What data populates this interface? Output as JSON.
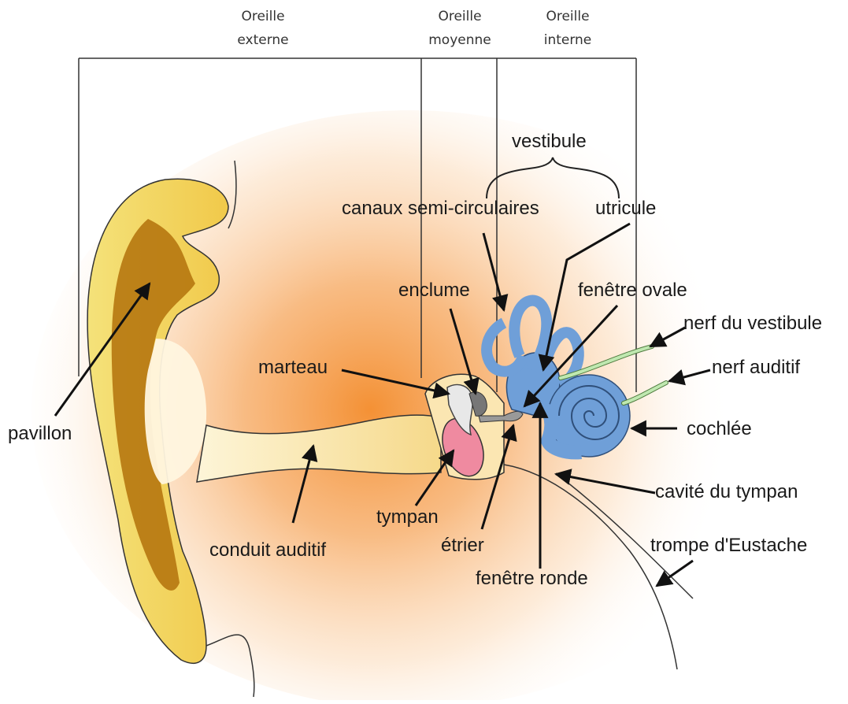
{
  "sections": {
    "external": [
      "Oreille",
      "externe"
    ],
    "middle": [
      "Oreille",
      "moyenne"
    ],
    "internal": [
      "Oreille",
      "interne"
    ]
  },
  "vestibule": "vestibule",
  "labels": {
    "canaux": "canaux semi-circulaires",
    "utricule": "utricule",
    "enclume": "enclume",
    "fenetre_ovale": "fenêtre ovale",
    "nerf_vestibule": "nerf du vestibule",
    "nerf_auditif": "nerf auditif",
    "marteau": "marteau",
    "cochlee": "cochlée",
    "pavillon": "pavillon",
    "cavite": "cavité du tympan",
    "tympan": "tympan",
    "trompe": "trompe d'Eustache",
    "conduit": "conduit auditif",
    "etrier": "étrier",
    "fenetre_ronde": "fenêtre ronde"
  },
  "colors": {
    "pinna": "#f2d774",
    "pinna_inner": "#b9780f",
    "tissue": "#f59a3c",
    "inner_ear": "#6f9fd8",
    "eardrum": "#ef8aa0",
    "nerve": "#bfe8b0"
  }
}
